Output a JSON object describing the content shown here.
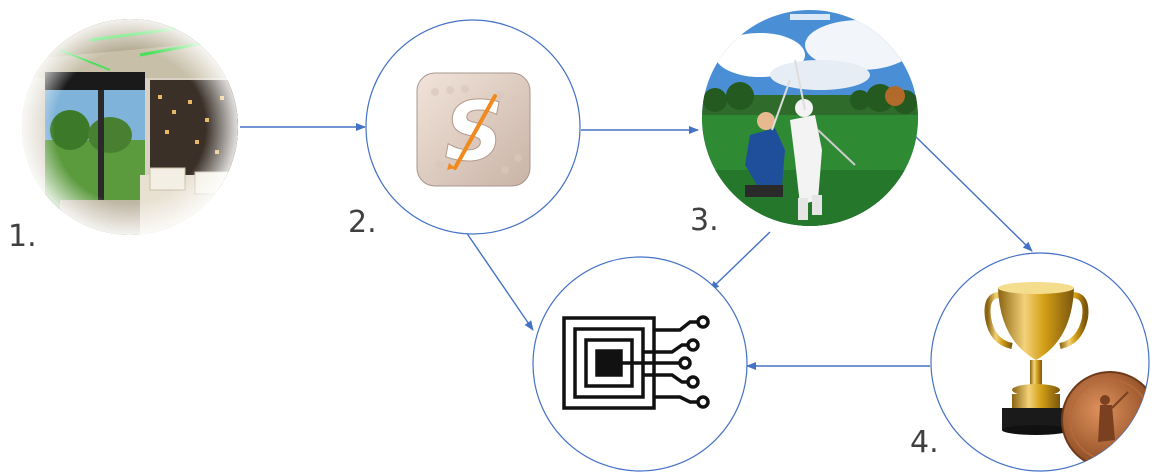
{
  "steps": [
    {
      "number": "1.",
      "icon": "golf-simulator-lounge-photo"
    },
    {
      "number": "2.",
      "icon": "golf-app-logo-icon"
    },
    {
      "number": "3.",
      "icon": "golfers-swinging-photo"
    },
    {
      "number": "4.",
      "icon": "trophy-and-coin-photo"
    }
  ],
  "hub": {
    "icon": "circuit-chip-icon"
  },
  "app_logo_letter": "S",
  "colors": {
    "connector": "#4472c4",
    "circle_border": "#4472c4",
    "chip": "#111111",
    "trophy_gold": "#d4a017",
    "grass": "#2e8b34",
    "sky": "#4a90d9"
  }
}
